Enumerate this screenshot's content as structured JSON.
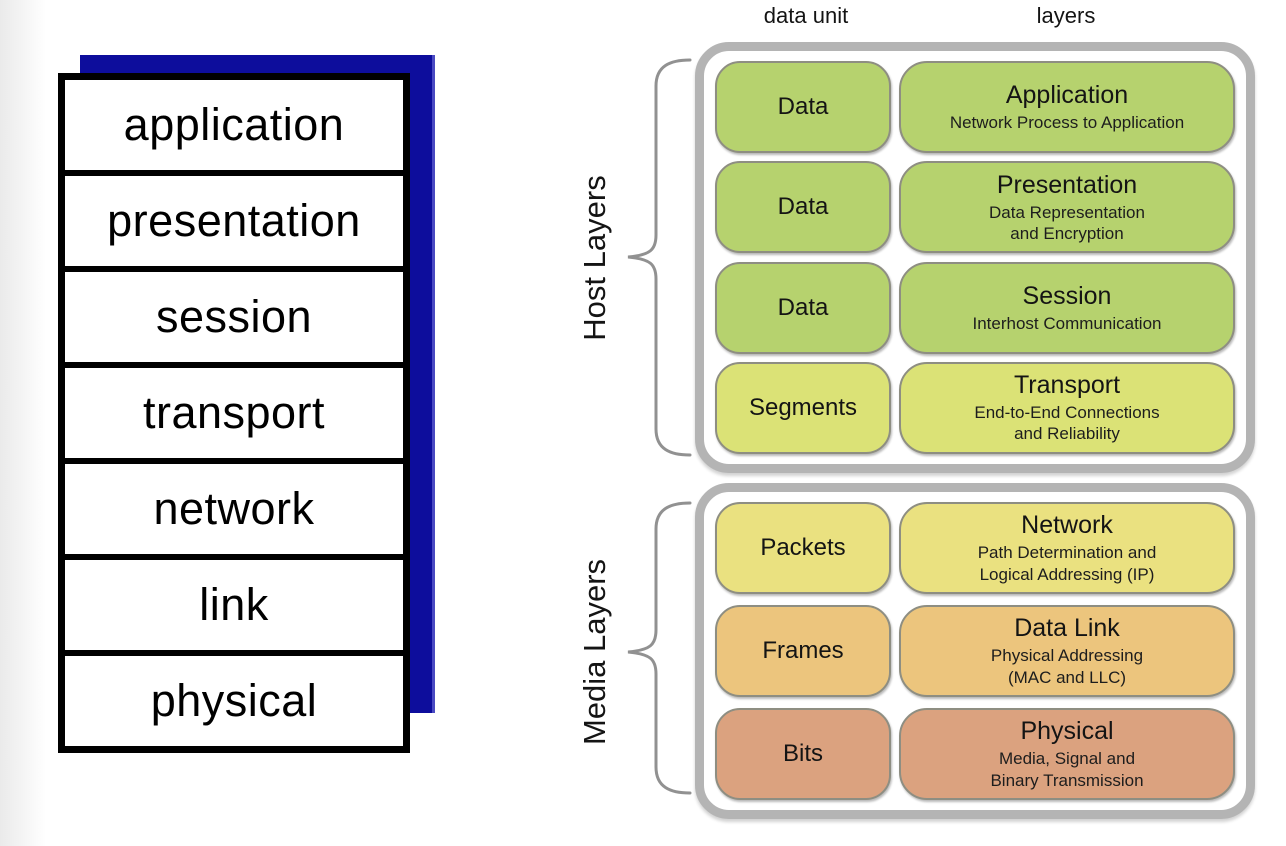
{
  "colors": {
    "stack_shadow": "#0d0d9c",
    "container_border": "#b4b4b4",
    "box_border": "#8e8e82",
    "host_green": "#b6d26e",
    "transport_green": "#dbe276",
    "network_yellow": "#eae180",
    "frames_tan": "#ecc57d",
    "bits_salmon": "#dba27f"
  },
  "stack": {
    "layers": [
      "application",
      "presentation",
      "session",
      "transport",
      "network",
      "link",
      "physical"
    ]
  },
  "osi": {
    "headers": {
      "data_unit": "data unit",
      "layers": "layers"
    },
    "groups": [
      {
        "label": "Host Layers",
        "rows": [
          {
            "unit": "Data",
            "title": "Application",
            "desc": "Network Process to Application",
            "color": "#b6d26e"
          },
          {
            "unit": "Data",
            "title": "Presentation",
            "desc": "Data Representation\nand Encryption",
            "color": "#b6d26e"
          },
          {
            "unit": "Data",
            "title": "Session",
            "desc": "Interhost Communication",
            "color": "#b6d26e"
          },
          {
            "unit": "Segments",
            "title": "Transport",
            "desc": "End-to-End Connections\nand Reliability",
            "color": "#dbe276"
          }
        ]
      },
      {
        "label": "Media Layers",
        "rows": [
          {
            "unit": "Packets",
            "title": "Network",
            "desc": "Path Determination and\nLogical Addressing (IP)",
            "color": "#eae180"
          },
          {
            "unit": "Frames",
            "title": "Data Link",
            "desc": "Physical Addressing\n(MAC and LLC)",
            "color": "#ecc57d"
          },
          {
            "unit": "Bits",
            "title": "Physical",
            "desc": "Media, Signal and\nBinary Transmission",
            "color": "#dba27f"
          }
        ]
      }
    ]
  }
}
